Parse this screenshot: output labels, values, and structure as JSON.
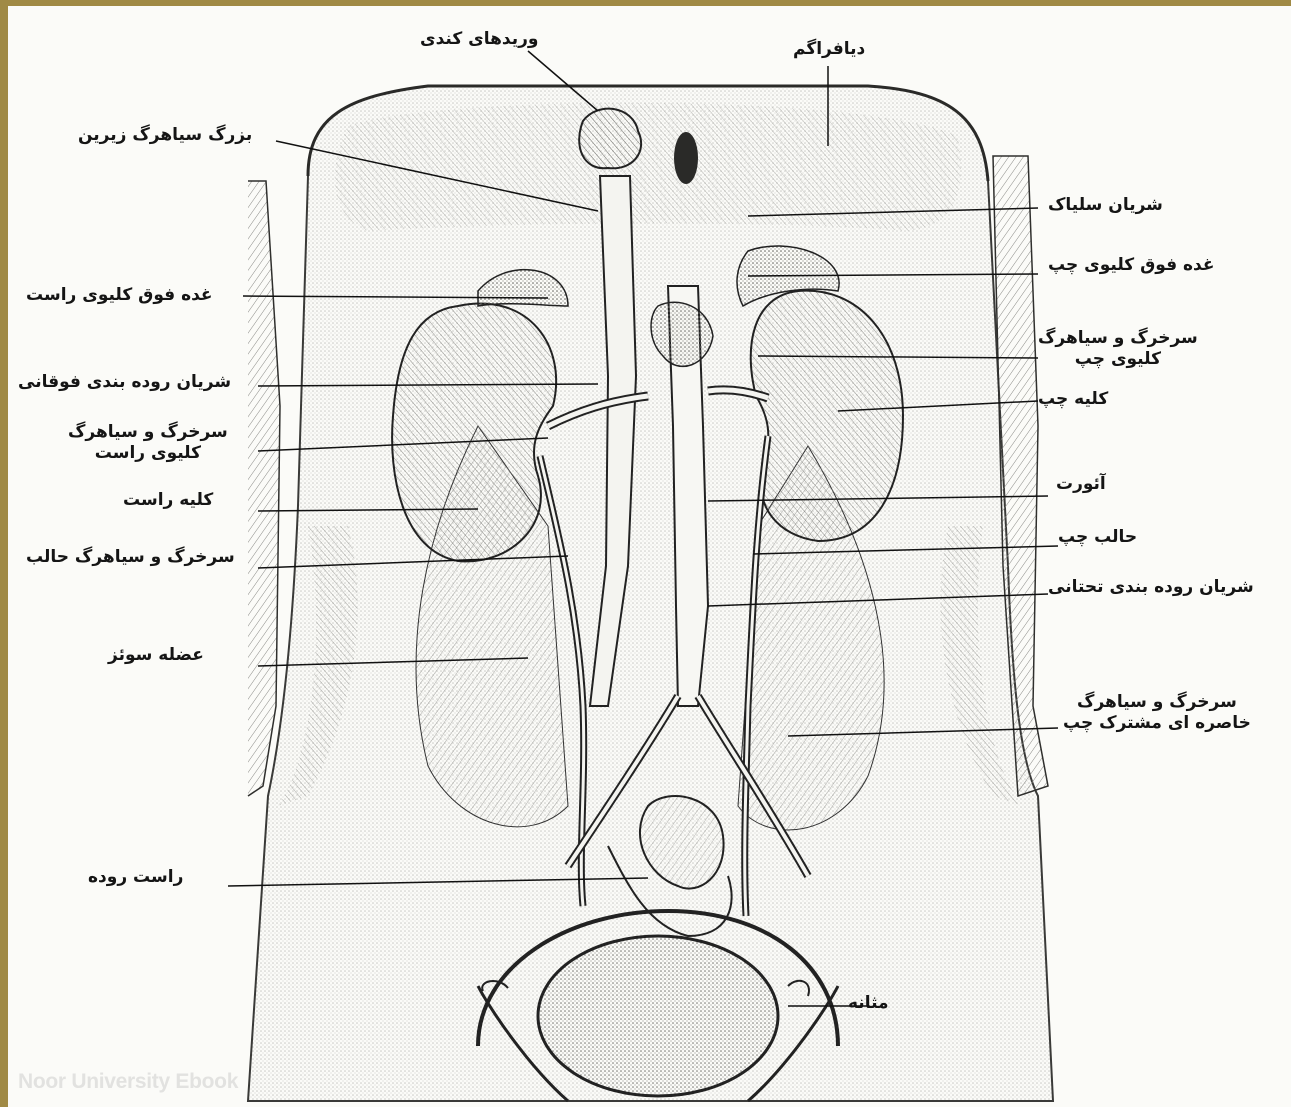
{
  "labels": {
    "cavernous_veins": "وریدهای کندی",
    "diaphragm": "ديافراگم",
    "inferior_vena_cava": "بزرگ سیاهرگ زیرین",
    "celiac_artery": "شریان سلیاک",
    "left_adrenal": "غده فوق کلیوی چپ",
    "right_adrenal": "غده فوق کلیوی راست",
    "left_renal_vessels": [
      "سرخرگ و سیاهرگ",
      "کلیوی چپ"
    ],
    "superior_mesenteric": "شریان روده بندی فوقانی",
    "left_kidney": "کلیه چپ",
    "right_renal_vessels": [
      "سرخرگ و سیاهرگ",
      "کلیوی راست"
    ],
    "aorta": "آئورت",
    "right_kidney": "کلیه راست",
    "left_ureter": "حالب چپ",
    "ureter_wall": "سرخرگ و سیاهرگ حالب",
    "inferior_mesenteric": "شریان روده بندی تحتانی",
    "psoas_muscle": "عضله سوئز",
    "left_common_iliac": [
      "سرخرگ و سیاهرگ",
      "خاصره ای مشترک چپ"
    ],
    "rectum": "راست روده",
    "bladder": "مثانه"
  },
  "watermark": "Noor University Ebook"
}
